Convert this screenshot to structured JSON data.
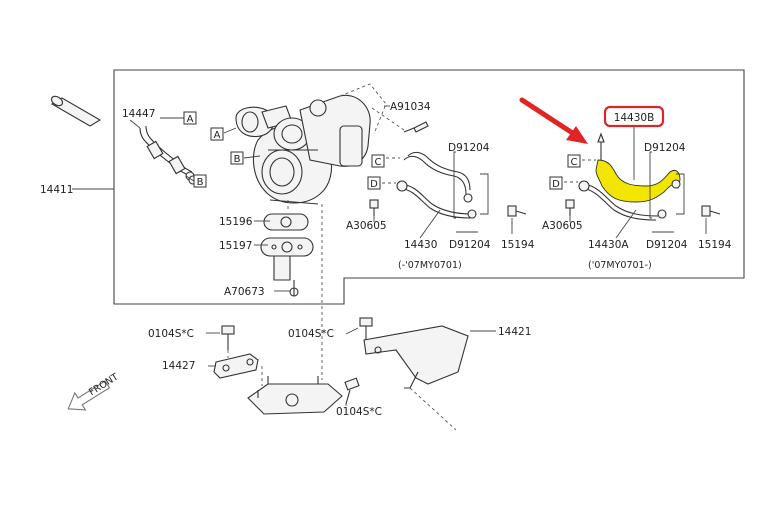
{
  "highlight": {
    "part_number": "14430B",
    "pipe_color": "#f2e600",
    "box_color": "#d9262b",
    "arrow_color": "#e02525"
  },
  "labels": {
    "p14447": "14447",
    "p14411": "14411",
    "p15196": "15196",
    "p15197": "15197",
    "a70673": "A70673",
    "a91034": "A91034",
    "d91204_l_top": "D91204",
    "d91204_l_bot": "D91204",
    "a30605_l": "A30605",
    "p14430": "14430",
    "p15194_l": "15194",
    "my_left": "(-'07MY0701)",
    "d91204_r_top": "D91204",
    "d91204_r_bot": "D91204",
    "a30605_r": "A30605",
    "p14430a": "14430A",
    "p15194_r": "15194",
    "my_right": "('07MY0701-)",
    "p0104_1": "0104S*C",
    "p0104_2": "0104S*C",
    "p0104_3": "0104S*C",
    "p14427": "14427",
    "p14421": "14421",
    "front": "FRONT"
  },
  "ref_markers": {
    "a1": "A",
    "b1": "B",
    "a2": "A",
    "b2": "B",
    "c1": "C",
    "d1": "D",
    "c2": "C",
    "d2": "D"
  },
  "icons": [
    "front-arrow-icon",
    "pointer-arrow-icon"
  ]
}
